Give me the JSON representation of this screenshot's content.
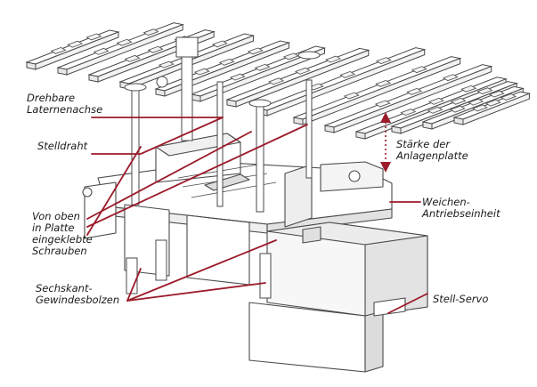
{
  "labels": {
    "axis": "Drehbare\nLaternenachse",
    "wire": "Stelldraht",
    "screws": "Von oben\nin Platte\neingeklebte\nSchrauben",
    "bolts": "Sechskant-\nGewindesbolzen",
    "thickness": "Stärke der\nAnlagenplatte",
    "drive": "Weichen-\nAntriebseinheit",
    "servo": "Stell-Servo"
  },
  "colors": {
    "leader": "#9b1b2a",
    "drawing": "#4a4a4a",
    "fill": "#ffffff",
    "shade": "#e6e6e6",
    "text": "#1a1a1a"
  }
}
